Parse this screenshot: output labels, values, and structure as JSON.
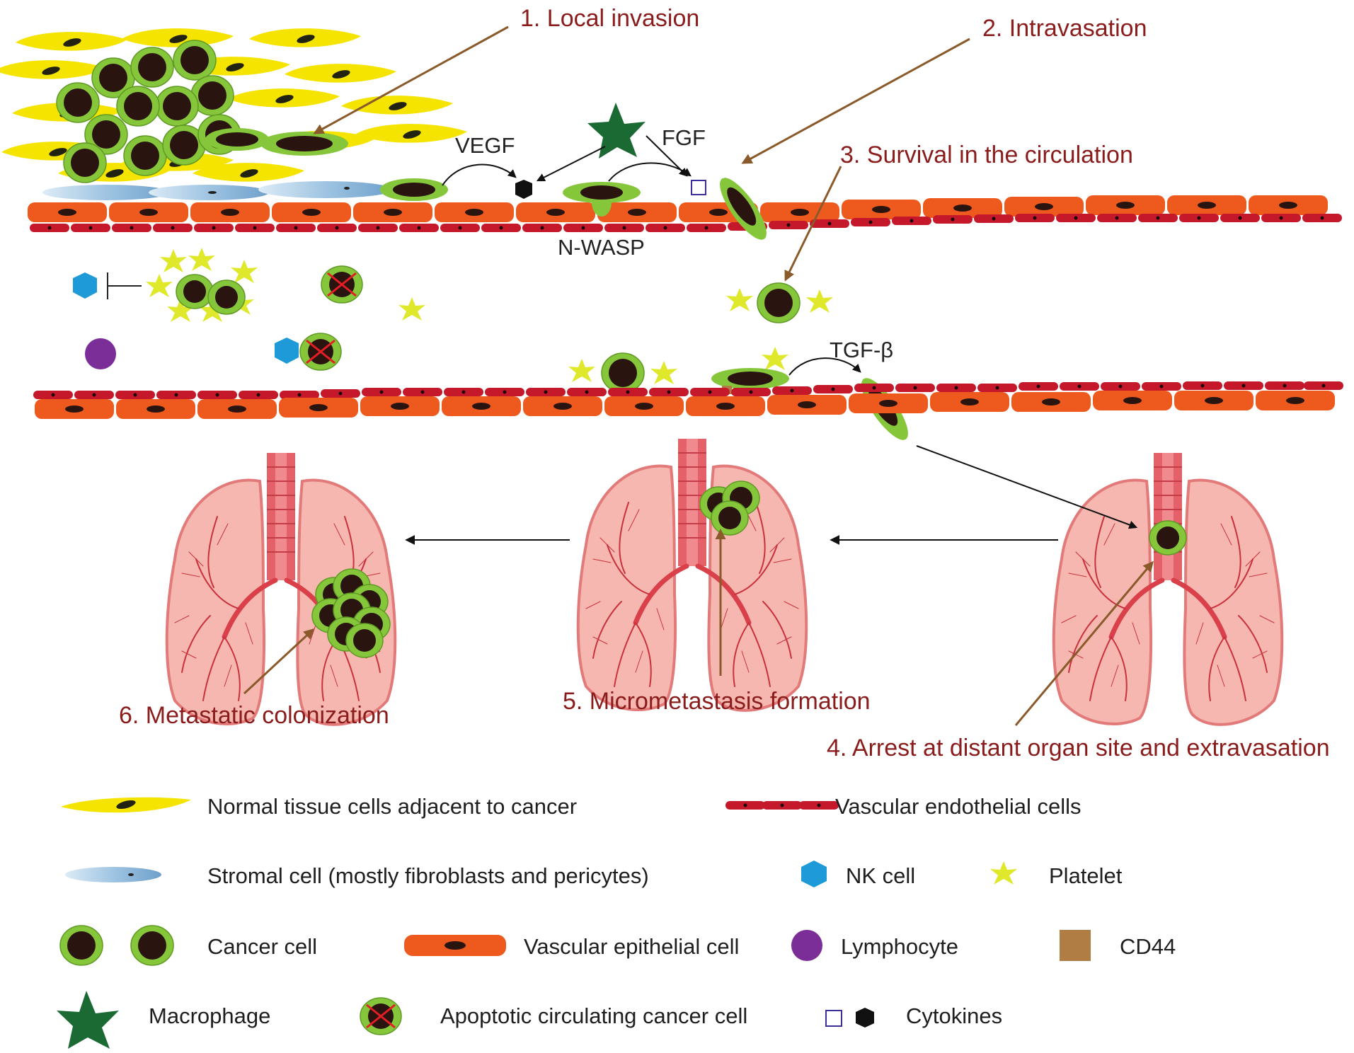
{
  "steps": {
    "s1": "1. Local invasion",
    "s2": "2. Intravasation",
    "s3": "3. Survival in the circulation",
    "s4": "4. Arrest at distant organ site and extravasation",
    "s5": "5. Micrometastasis formation",
    "s6": "6. Metastatic colonization"
  },
  "labels": {
    "vegf": "VEGF",
    "fgf": "FGF",
    "nwasp": "N-WASP",
    "tgfb": "TGF-β"
  },
  "legend": {
    "normal_tissue": "Normal tissue cells adjacent to cancer",
    "vascular_endothelial": "Vascular endothelial cells",
    "stromal": "Stromal cell (mostly fibroblasts and pericytes)",
    "nk_cell": "NK cell",
    "platelet": "Platelet",
    "cancer_cell": "Cancer cell",
    "vascular_epithelial": "Vascular epithelial cell",
    "lymphocyte": "Lymphocyte",
    "cd44": "CD44",
    "macrophage": "Macrophage",
    "apoptotic": "Apoptotic circulating cancer cell",
    "cytokines": "Cytokines"
  },
  "colors": {
    "step_text": "#8a1c1c",
    "normal_tissue": "#f5e400",
    "cancer_ring": "#86c63a",
    "nucleus": "#2a1410",
    "epithelial": "#ee5a1e",
    "endothelial": "#c5182a",
    "stromal": "#a8cbe6",
    "nk_cell": "#1f9ad8",
    "platelet": "#dfe82a",
    "lymphocyte": "#7b2e98",
    "cd44": "#b07d45",
    "macrophage": "#1b6a34",
    "cytokine_square": "#3b2f9a",
    "lung": "#f6b7b0",
    "trachea": "#e5616a",
    "arrow_brown": "#8b5a2b"
  },
  "icons": [
    "cancer-cell-icon",
    "normal-tissue-cell-icon",
    "stromal-cell-icon",
    "vascular-epithelial-cell-icon",
    "vascular-endothelial-cell-icon",
    "nk-cell-icon",
    "platelet-icon",
    "lymphocyte-icon",
    "cd44-icon",
    "macrophage-icon",
    "apoptotic-cell-icon",
    "cytokine-square-icon",
    "cytokine-hexagon-icon",
    "lung-icon"
  ]
}
